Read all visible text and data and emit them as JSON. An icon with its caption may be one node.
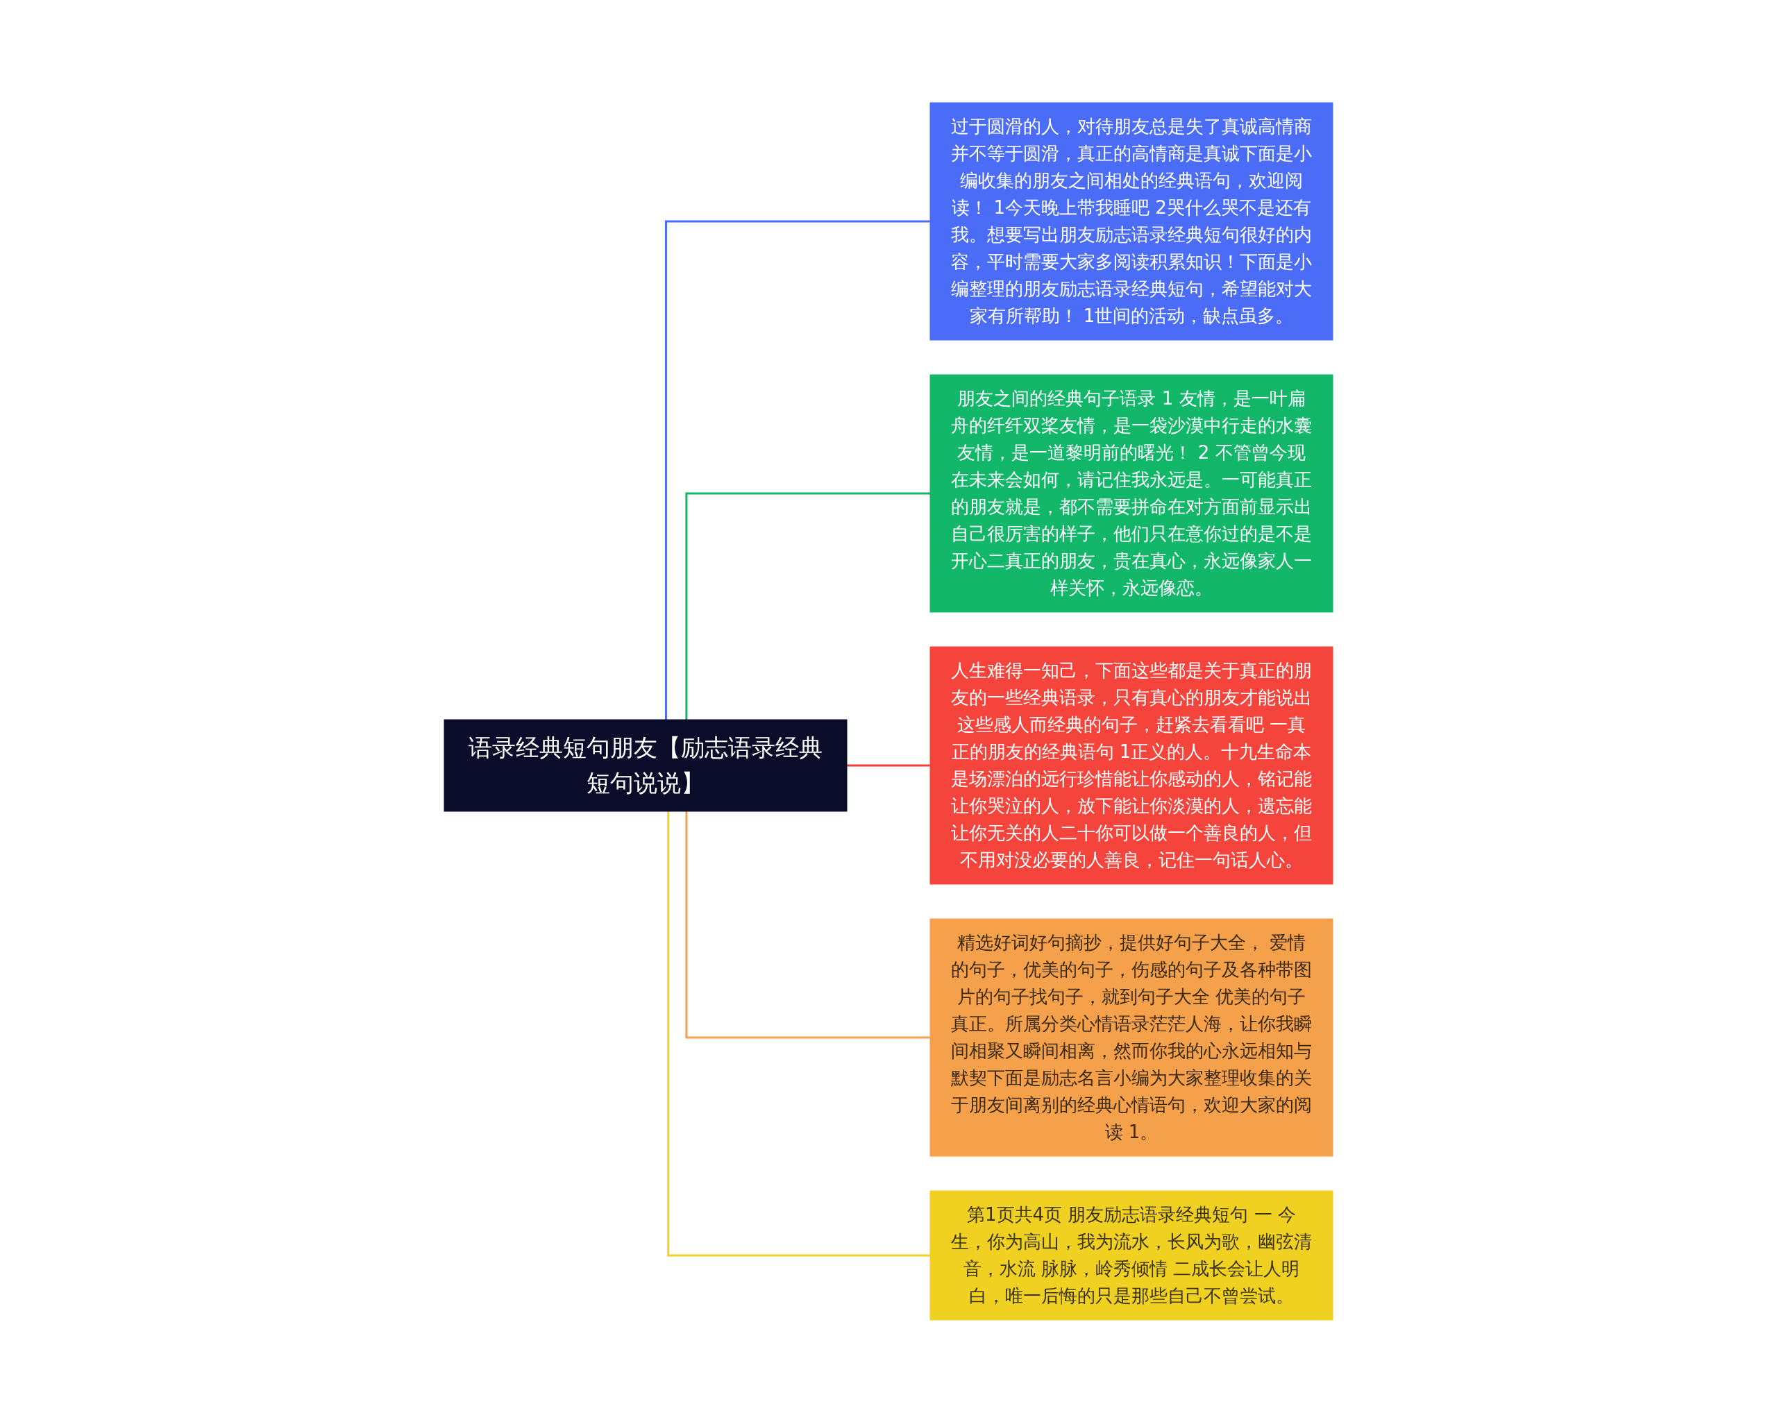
{
  "diagram": {
    "nodes": [
      {
        "text": [
          "语录经典短句朋友【励志语录经典短句说说】"
        ]
      },
      {
        "text": [
          "过于圆滑的人，对待朋友总是失了真诚高情商并不等于圆滑，真正的高情商是真诚下面是小编收集的朋友之间相处的经典语句，欢迎阅读！ 1今天晚上带我睡吧 2哭什么哭不是还有我。想要写出朋友励志语录经典短句很好的内容，平时需要大家多阅读积累知识！下面是小编整理的朋友励志语录经典短句，希望能对大家有所帮助！ 1世间的活动，缺点虽多。"
        ]
      },
      {
        "text": [
          "朋友之间的经典句子语录 1 友情，是一叶扁舟的纤纤双桨友情，是一袋沙漠中行走的水囊友情，是一道黎明前的曙光！ 2 不管曾今现在未来会如何，请记住我永远是。一可能真正的朋友就是，都不需要拼命在对方面前显示出自己很厉害的样子，他们只在意你过的是不是开心二真正的朋友，贵在真心，永远像家人一样关怀，永远像恋。"
        ]
      },
      {
        "text": [
          "人生难得一知己，下面这些都是关于真正的朋友的一些经典语录，只有真心的朋友才能说出这些感人而经典的句子，赶紧去看看吧 一真正的朋友的经典语句 1正义的人。十九生命本是场漂泊的远行珍惜能让你感动的人，铭记能让你哭泣的人，放下能让你淡漠的人，遗忘能让你无关的人二十你可以做一个善良的人，但不用对没必要的人善良，记住一句话人心。"
        ]
      },
      {
        "text": [
          "精选好词好句摘抄，提供好句子大全， 爱情的句子，优美的句子，伤感的句子及各种带图片的句子找句子，就到句子大全 优美的句子真正。所属分类心情语录茫茫人海，让你我瞬间相聚又瞬间相离，然而你我的心永远相知与默契下面是励志名言小编为大家整理收集的关于朋友间离别的经典心情语句，欢迎大家的阅读 1。"
        ]
      },
      {
        "text": [
          "第1页共4页 朋友励志语录经典短句 一 今生，你为高山，我为流水，长风为歌，幽弦清音，水流 脉脉，岭秀倾情 二成长会让人明白，唯一后悔的只是那些自己不曾尝试。"
        ]
      }
    ],
    "edges": [
      {
        "from": 0,
        "to": 1,
        "arrow": "none",
        "color": "#4a6cf7"
      },
      {
        "from": 0,
        "to": 2,
        "arrow": "none",
        "color": "#12b76a"
      },
      {
        "from": 0,
        "to": 3,
        "arrow": "none",
        "color": "#f0443b"
      },
      {
        "from": 0,
        "to": 4,
        "arrow": "none",
        "color": "#f5a04a"
      },
      {
        "from": 0,
        "to": 5,
        "arrow": "none",
        "color": "#f0d020"
      }
    ]
  }
}
